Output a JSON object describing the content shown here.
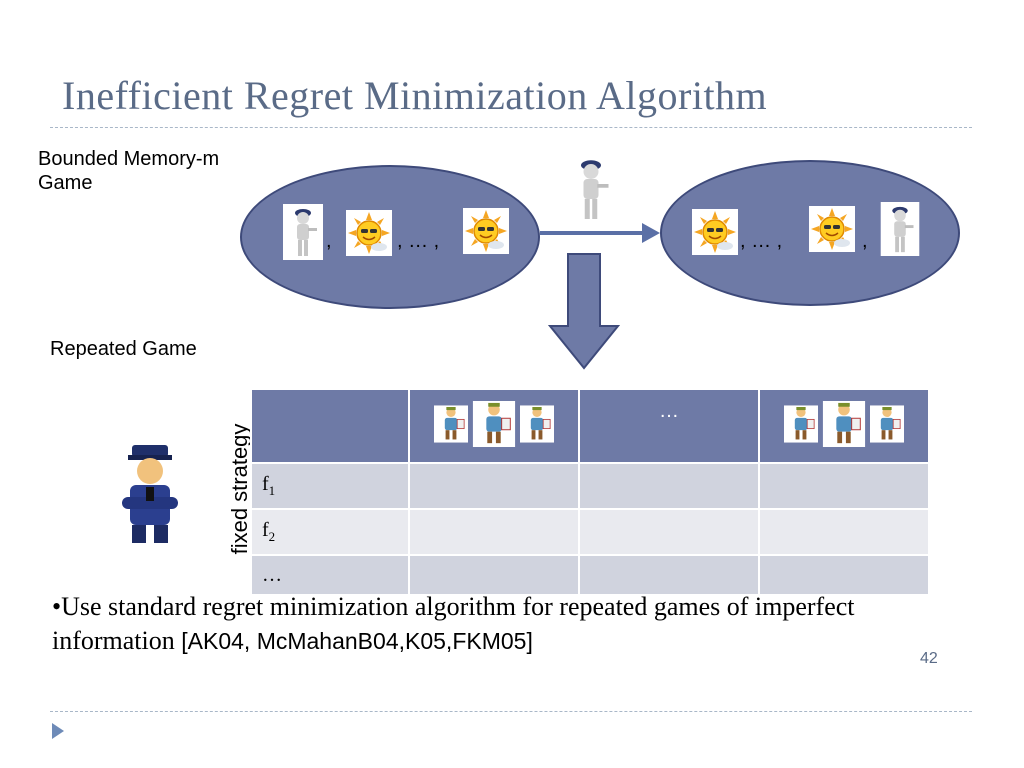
{
  "slide": {
    "title": "Inefficient Regret Minimization Algorithm",
    "page_number": "42"
  },
  "labels": {
    "bounded_memory": "Bounded Memory-m Game",
    "repeated_game": "Repeated Game",
    "fixed_strategy": "fixed strategy"
  },
  "left_sequence": {
    "sep1": ",",
    "sep2": ", … ,"
  },
  "right_sequence": {
    "sep1": ", … ,",
    "sep2": ","
  },
  "table": {
    "header_ellipsis": "…",
    "rows": [
      {
        "label": "f",
        "sub": "1"
      },
      {
        "label": "f",
        "sub": "2"
      },
      {
        "label": "…",
        "sub": ""
      }
    ]
  },
  "bullet": {
    "text": "•Use standard regret minimization algorithm for repeated games of imperfect information ",
    "refs": "[AK04, McMahanB04,K05,FKM05]"
  },
  "icons": [
    "police-figure-icon",
    "sun-icon",
    "police-officer-icon",
    "cartoon-people-icon",
    "arrow-right-icon",
    "arrow-down-icon",
    "bullet-triangle-icon"
  ],
  "colors": {
    "title": "#5a6b87",
    "ellipse_fill": "#6e7aa6",
    "ellipse_border": "#3e4a7a",
    "table_header": "#6e7aa6",
    "table_row_dark": "#d0d3de",
    "table_row_light": "#e9eaef"
  }
}
